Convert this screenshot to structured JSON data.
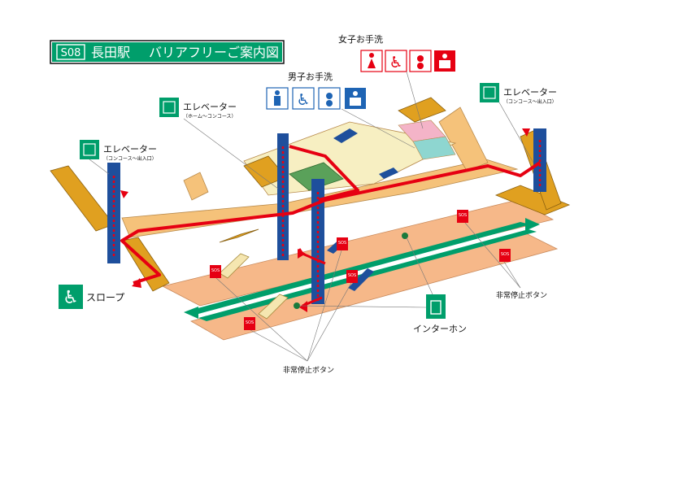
{
  "title": {
    "code": "S08",
    "station": "長田駅",
    "subtitle": "バリアフリーご案内図"
  },
  "labels": {
    "womens_restroom": "女子お手洗",
    "mens_restroom": "男子お手洗",
    "elevator": "エレベーター",
    "elevator_sub_concourse_exit": "（コンコース〜出入口）",
    "elevator_sub_home_concourse": "（ホーム〜コンコース）",
    "slope": "スロープ",
    "intercom": "インターホン",
    "emergency_stop_button": "非常停止ボタン",
    "sos": "SOS"
  },
  "icons": [
    "woman-icon",
    "wheelchair-icon",
    "baby-icon",
    "ostomate-icon",
    "man-icon",
    "elevator-icon",
    "intercom-icon",
    "sos-button-icon"
  ],
  "colors": {
    "title_green": "#009e6b",
    "concourse": "#f5c27a",
    "platform": "#f6b889",
    "stairs": "#e0a020",
    "route_red": "#e60012",
    "track_green": "#009e6b",
    "pillar_blue": "#1e4f9c",
    "restroom_blue": "#1e64b4",
    "restroom_red": "#e60012",
    "womens_area": "#f4b4c8",
    "mens_area": "#8ed6d0",
    "center_area": "#f7efc2"
  }
}
